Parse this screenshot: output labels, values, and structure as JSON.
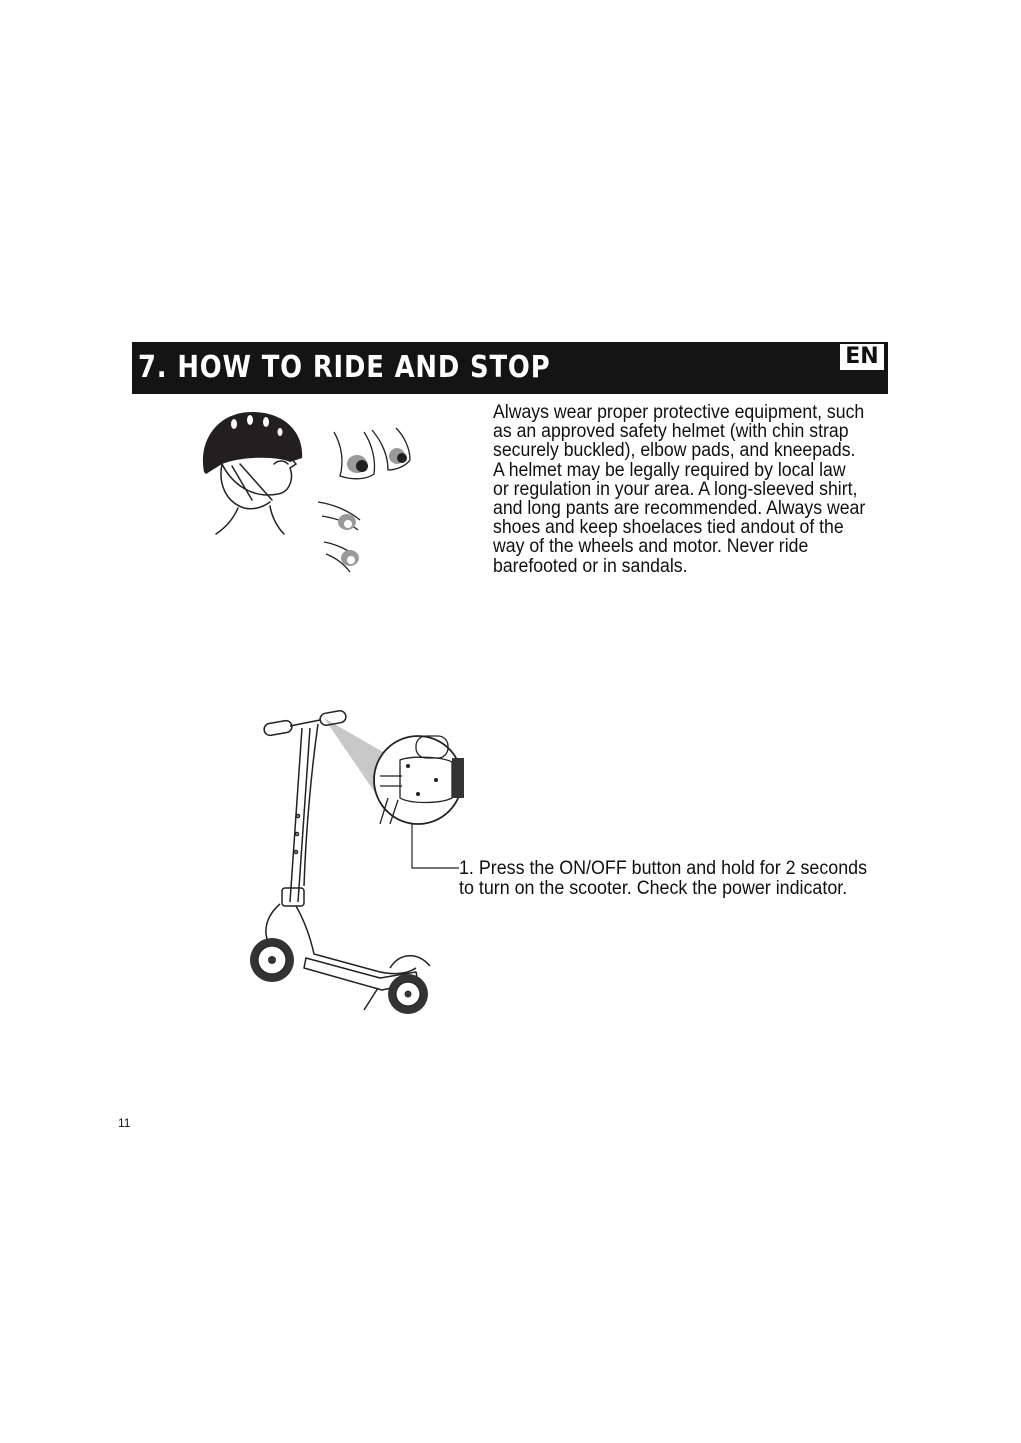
{
  "header": {
    "title": "7. HOW TO RIDE AND STOP",
    "language": "EN"
  },
  "safety_paragraph": {
    "lines": [
      "Always wear proper protective equipment, such",
      "as an approved safety helmet (with chin strap",
      "securely buckled), elbow pads, and kneepads.",
      "A helmet may be legally required by local law",
      "or regulation in your area. A long-sleeved shirt,",
      "and long pants are recommended. Always wear",
      "shoes and keep shoelaces tied andout of the",
      "way of the wheels and motor. Never ride",
      "barefooted or in sandals."
    ]
  },
  "step_1": {
    "lines": [
      "1. Press the ON/OFF button and hold for 2 seconds",
      "to turn on the scooter. Check the power indicator."
    ]
  },
  "page_number": "11",
  "colors": {
    "header_background": "#141414",
    "header_text": "#ffffff"
  }
}
